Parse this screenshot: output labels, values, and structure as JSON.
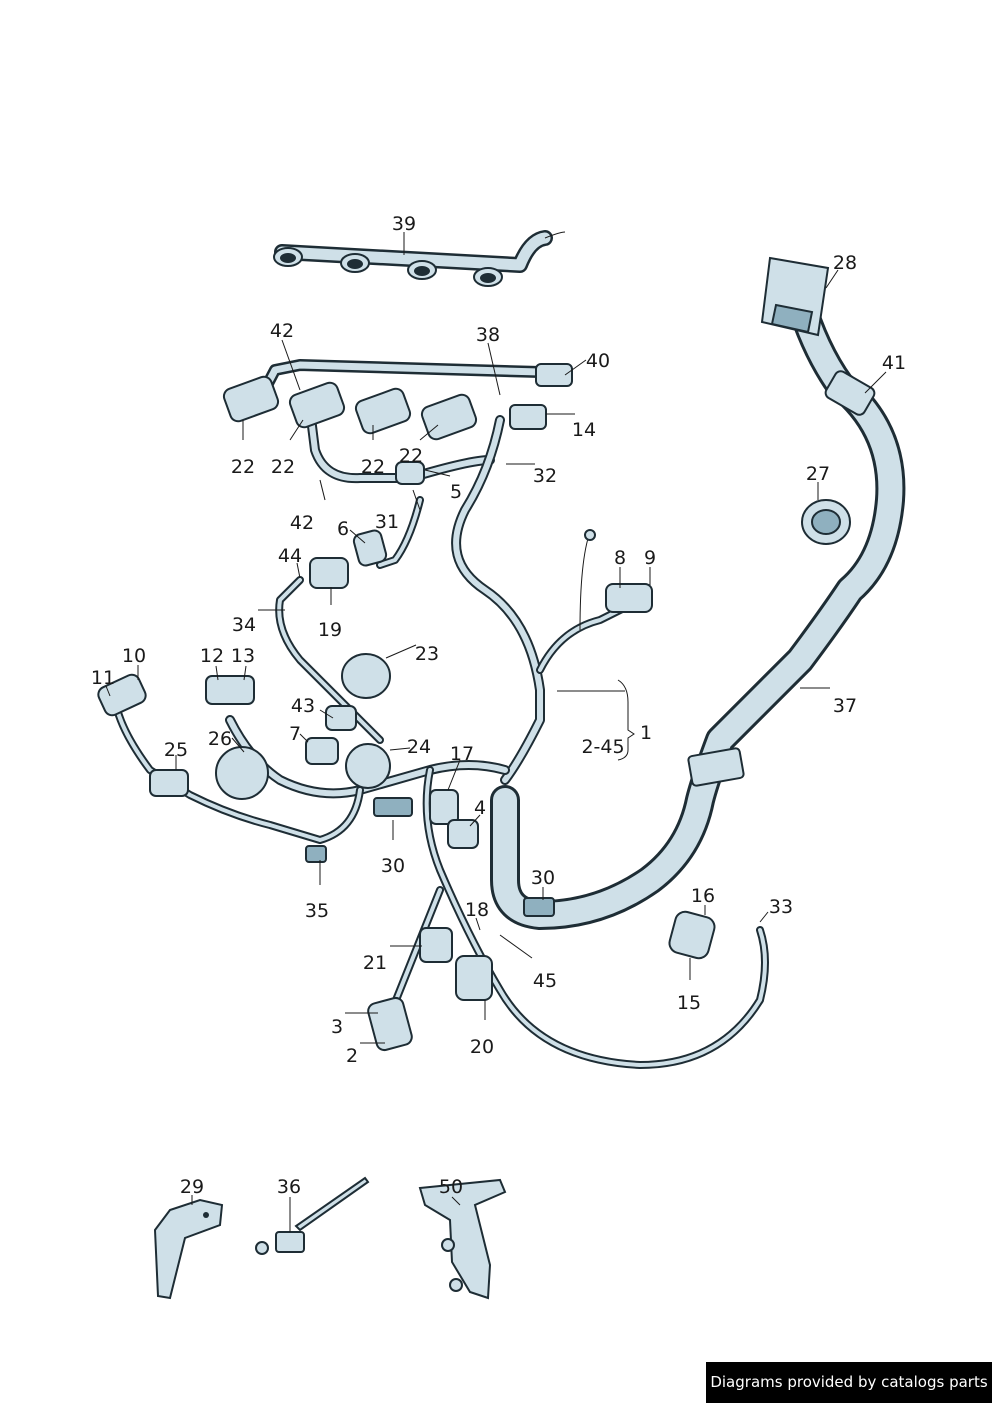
{
  "colors": {
    "wire_outline": "#1e2d35",
    "wire_fill": "#cfe0e8",
    "connector_shade": "#8fb0bf",
    "credit_bg": "#000000",
    "credit_text": "#ffffff"
  },
  "callouts": {
    "c39": "39",
    "c28": "28",
    "c42a": "42",
    "c38": "38",
    "c40": "40",
    "c41": "41",
    "c14": "14",
    "c22a": "22",
    "c22b": "22",
    "c22c": "22",
    "c22d": "22",
    "c32": "32",
    "c5": "5",
    "c27": "27",
    "c42b": "42",
    "c31": "31",
    "c6": "6",
    "c44": "44",
    "c8": "8",
    "c9": "9",
    "c34": "34",
    "c19": "19",
    "c23": "23",
    "c10": "10",
    "c12": "12",
    "c13": "13",
    "c11": "11",
    "c37": "37",
    "c43": "43",
    "c1": "1",
    "c7": "7",
    "c2_45": "2-45",
    "c24": "24",
    "c26": "26",
    "c25": "25",
    "c17": "17",
    "c4": "4",
    "c30a": "30",
    "c30b": "30",
    "c35": "35",
    "c16": "16",
    "c33": "33",
    "c18": "18",
    "c21": "21",
    "c45": "45",
    "c15": "15",
    "c3": "3",
    "c20": "20",
    "c2": "2",
    "c29": "29",
    "c36": "36",
    "c50": "50"
  },
  "credit": "Diagrams provided by catalogs parts"
}
